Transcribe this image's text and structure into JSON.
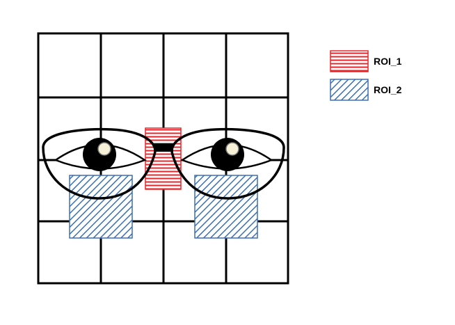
{
  "legend": [
    {
      "label": "ROI_1",
      "color": "#e8262b",
      "pattern": "horizontal-lines"
    },
    {
      "label": "ROI_2",
      "color": "#3b6fb6",
      "pattern": "diagonal-lines"
    }
  ],
  "grid": {
    "rows": 4,
    "cols": 4,
    "color": "#000000"
  },
  "figure": {
    "subject": "face-with-glasses",
    "eye_icon": "eye-icon",
    "glasses_icon": "glasses-icon"
  }
}
